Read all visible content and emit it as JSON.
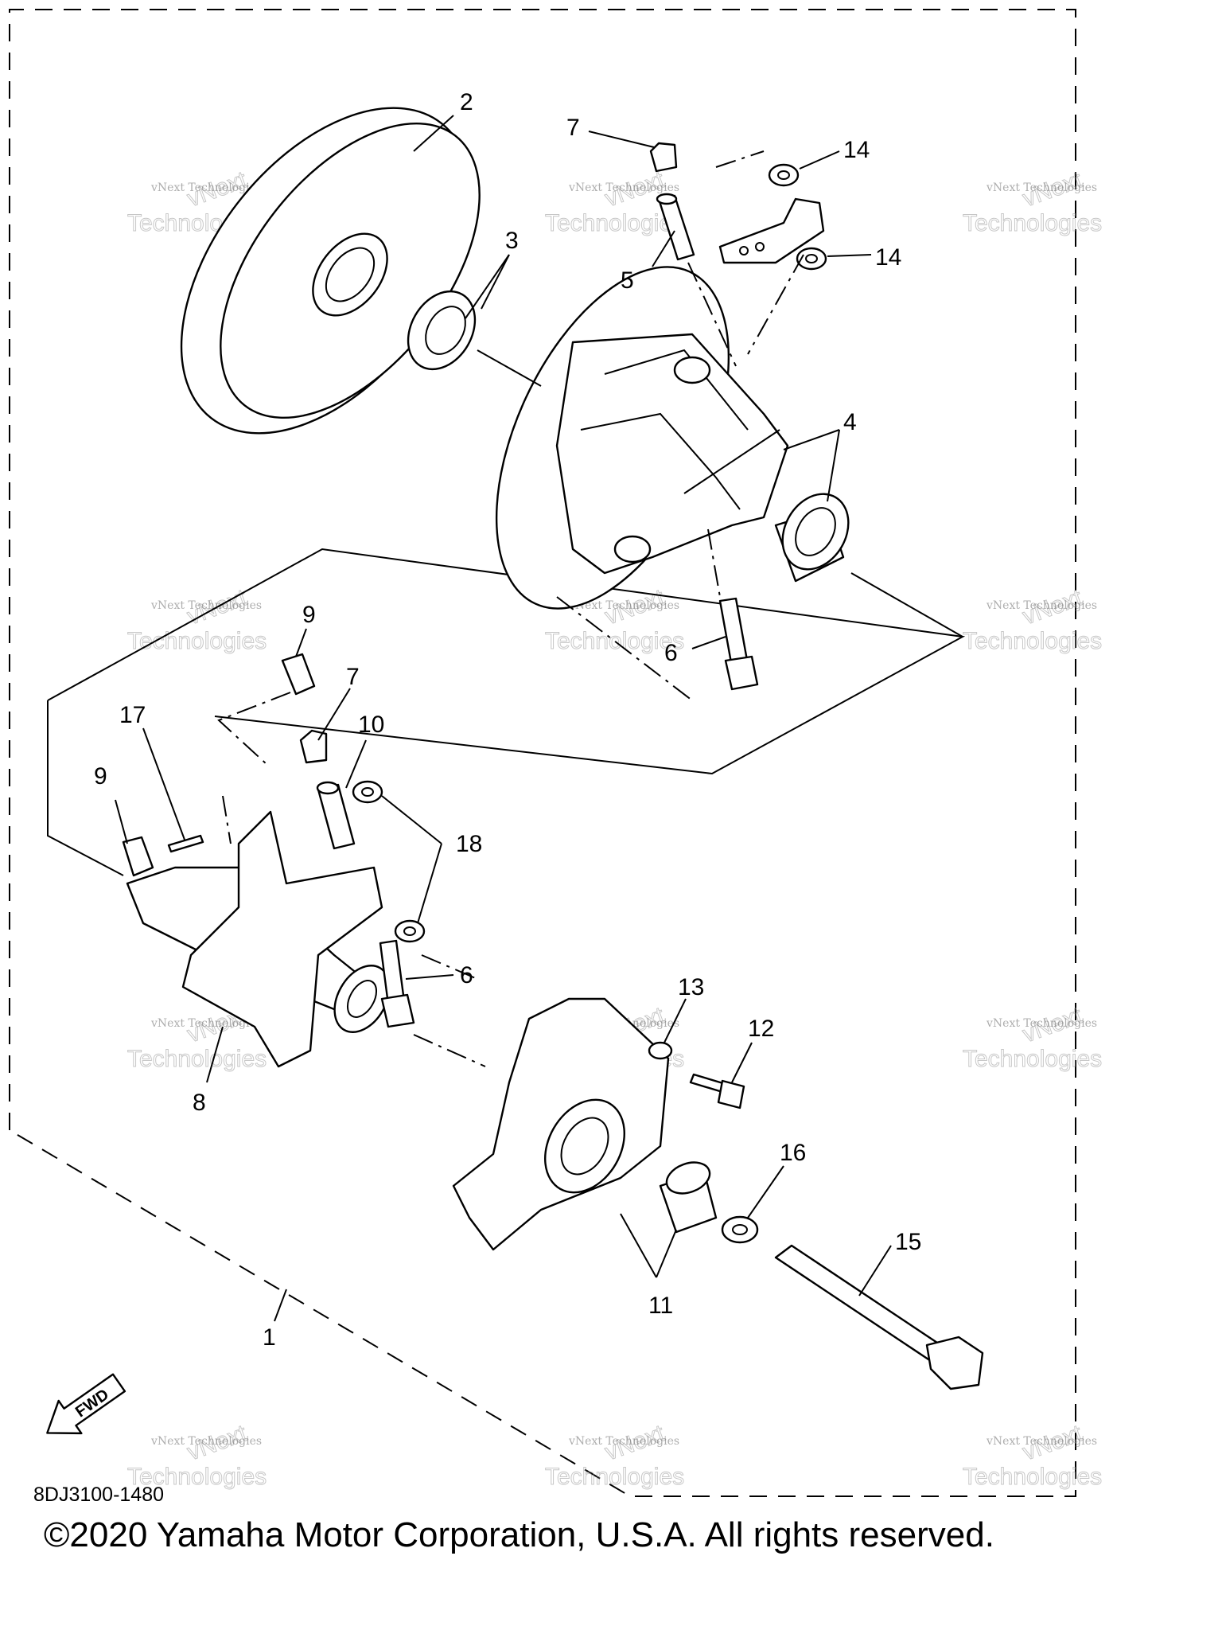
{
  "diagram": {
    "code": "8DJ3100-1480",
    "copyright": "©2020 Yamaha Motor Corporation, U.S.A. All rights reserved.",
    "fwd_label": "FWD",
    "watermark_line1": "vNext Technologies",
    "watermark_line2": "Technologies",
    "watermark_line3": "vNext",
    "callouts": {
      "c1": "1",
      "c2": "2",
      "c3": "3",
      "c4": "4",
      "c5": "5",
      "c6a": "6",
      "c6b": "6",
      "c7a": "7",
      "c7b": "7",
      "c8": "8",
      "c9a": "9",
      "c9b": "9",
      "c10": "10",
      "c11": "11",
      "c12": "12",
      "c13": "13",
      "c14a": "14",
      "c14b": "14",
      "c15": "15",
      "c16": "16",
      "c17": "17",
      "c18": "18"
    }
  }
}
